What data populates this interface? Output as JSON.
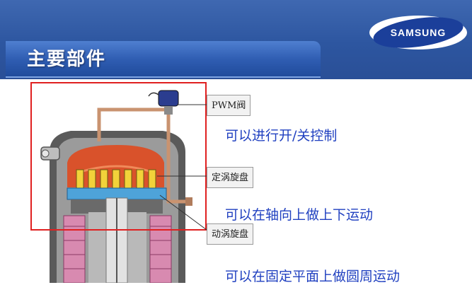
{
  "slide": {
    "title": "主要部件",
    "brand": "SAMSUNG"
  },
  "labels": {
    "pwm_valve": "PWM阀",
    "fixed_scroll": "定涡旋盘",
    "orbiting_scroll": "动涡旋盘"
  },
  "descriptions": {
    "pwm_valve": "可以进行开/关控制",
    "fixed_scroll": "可以在轴向上做上下运动",
    "orbiting_scroll": "可以在固定平面上做圆周运动"
  },
  "colors": {
    "band_blue": "#2d56a0",
    "desc_blue": "#2040c0",
    "highlight_red": "#e02020"
  }
}
